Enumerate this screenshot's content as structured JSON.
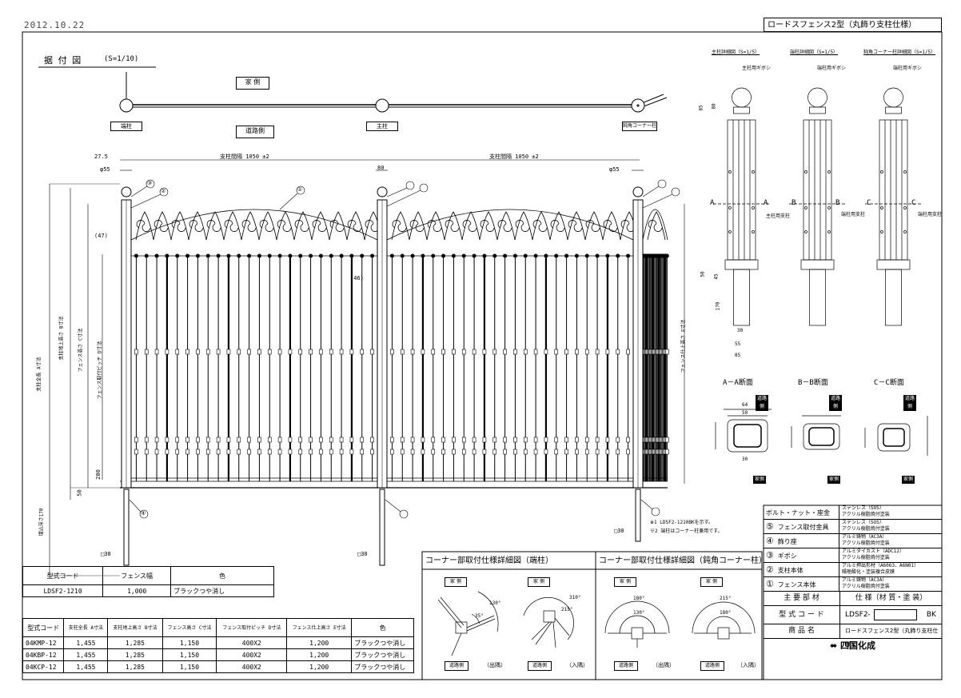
{
  "header": {
    "date": "2012.10.22",
    "title": "ロードスフェンス2型（丸飾り支柱仕様）"
  },
  "plan": {
    "title": "据 付 図",
    "scale": "(S=1/10)",
    "house_side": "家 側",
    "road_side": "道路側",
    "end_post": "端柱",
    "main_post": "主柱",
    "corner_post": "鈍角コーナー柱"
  },
  "elevation": {
    "dims": {
      "offset": "27.5",
      "pitch1": "支柱間隔 1050 ±2",
      "pitch2": "支柱間隔 1050 ±2",
      "post_w1": "φ55",
      "post_w2": "80",
      "post_w3": "φ55",
      "d47": "(47)",
      "d46": "(46)",
      "d200": "200",
      "d50": "50",
      "h_total": "支柱全長 A寸法",
      "h_above": "支柱地上高さ B寸法",
      "h_fence": "フェンス高さ C寸法",
      "pitch_d": "フェンス取付ピッチ D寸法",
      "h_right": "フェンス仕上高さ E寸法",
      "bury": "埋込深さ170",
      "sq30a": "□30",
      "sq30b": "□30",
      "sq30c": "□30"
    },
    "callouts": [
      "①",
      "②",
      "③",
      "④"
    ],
    "notes": [
      "※1 LDSF2-1210BKを示す。",
      "※2 端柱はコーナー柱兼用です。"
    ]
  },
  "details": {
    "titles": [
      "主柱詳細図（S=1/5）",
      "端柱詳細図（S=1/5）",
      "鈍角コーナー柱詳細図（S=1/5）"
    ],
    "labels": [
      "主柱用ギボシ",
      "端柱用ギボシ",
      "端柱用ギボシ"
    ],
    "body_labels": [
      "主柱用支柱",
      "端柱用支柱",
      "端柱用支柱"
    ],
    "section_letters": [
      [
        "A",
        "A"
      ],
      [
        "B",
        "B"
      ],
      [
        "C",
        "C"
      ]
    ],
    "dims": {
      "d85": "85",
      "d80": "80",
      "d50": "50",
      "d45": "45",
      "d170": "170",
      "d30": "30",
      "d55": "55",
      "d85b": "85"
    },
    "sections": [
      "A－A断面",
      "B－B断面",
      "C－C断面"
    ],
    "section_dims": {
      "w64": "64",
      "w50": "50",
      "w30": "30"
    },
    "road": "道路側",
    "house": "家側"
  },
  "spec_table": {
    "rows": [
      {
        "num": "",
        "part": "ボルト・ナット・座金",
        "spec": [
          "ステンレス（SUS）",
          "アクリル樹脂焼付塗装"
        ]
      },
      {
        "num": "⑤",
        "part": "フェンス取付金具",
        "spec": [
          "ステンレス（SUS）",
          "アクリル樹脂焼付塗装"
        ]
      },
      {
        "num": "④",
        "part": "飾り座",
        "spec": [
          "アルミ鋳物（AC3A）",
          "アクリル樹脂焼付塗装"
        ]
      },
      {
        "num": "③",
        "part": "ギボシ",
        "spec": [
          "アルミダイカスト（ADC12）",
          "アクリル樹脂焼付塗装"
        ]
      },
      {
        "num": "②",
        "part": "支柱本体",
        "spec": [
          "アルミ押出形材（A6063、A6N01）",
          "陽極酸化・塗装複合皮膜"
        ]
      },
      {
        "num": "①",
        "part": "フェンス本体",
        "spec": [
          "アルミ鋳物（AC3A）",
          "アクリル樹脂焼付塗装"
        ]
      }
    ],
    "header_part": "主 要 部 材",
    "header_spec": "仕 様（材 質・塗 装）",
    "model_label": "型 式 コ ー ド",
    "model_value": "LDSF2-",
    "model_suffix": "BK",
    "product_label": "商 品 名",
    "product_value": "ロードスフェンス2型（丸飾り支柱仕様）",
    "maker": "四国化成"
  },
  "fence_table": {
    "headers": [
      "型式コード",
      "フェンス幅",
      "色"
    ],
    "rows": [
      [
        "LDSF2-1210",
        "1,000",
        "ブラックつや消し"
      ]
    ]
  },
  "post_table": {
    "headers": [
      "型式コード",
      "支柱全長 A寸法",
      "支柱地上高さ B寸法",
      "フェンス高さ C寸法",
      "フェンス取付ピッチ D寸法",
      "フェンス仕上高さ E寸法",
      "色"
    ],
    "rows": [
      [
        "04KMP-12",
        "1,455",
        "1,285",
        "1,150",
        "400X2",
        "1,200",
        "ブラックつや消し"
      ],
      [
        "04KBP-12",
        "1,455",
        "1,285",
        "1,150",
        "400X2",
        "1,200",
        "ブラックつや消し"
      ],
      [
        "04KCP-12",
        "1,455",
        "1,285",
        "1,150",
        "400X2",
        "1,200",
        "ブラックつや消し"
      ]
    ]
  },
  "corner": {
    "title1": "コーナー部取付仕様詳細図（端柱）",
    "title2": "コーナー部取付仕様詳細図（鈍角コーナー柱）",
    "house": "家 側",
    "road": "道路側",
    "out": "（出隅）",
    "in": "（入隅）",
    "angles": [
      "130°",
      "35°",
      "310°",
      "215°",
      "180°",
      "130°",
      "215°",
      "180°"
    ]
  }
}
